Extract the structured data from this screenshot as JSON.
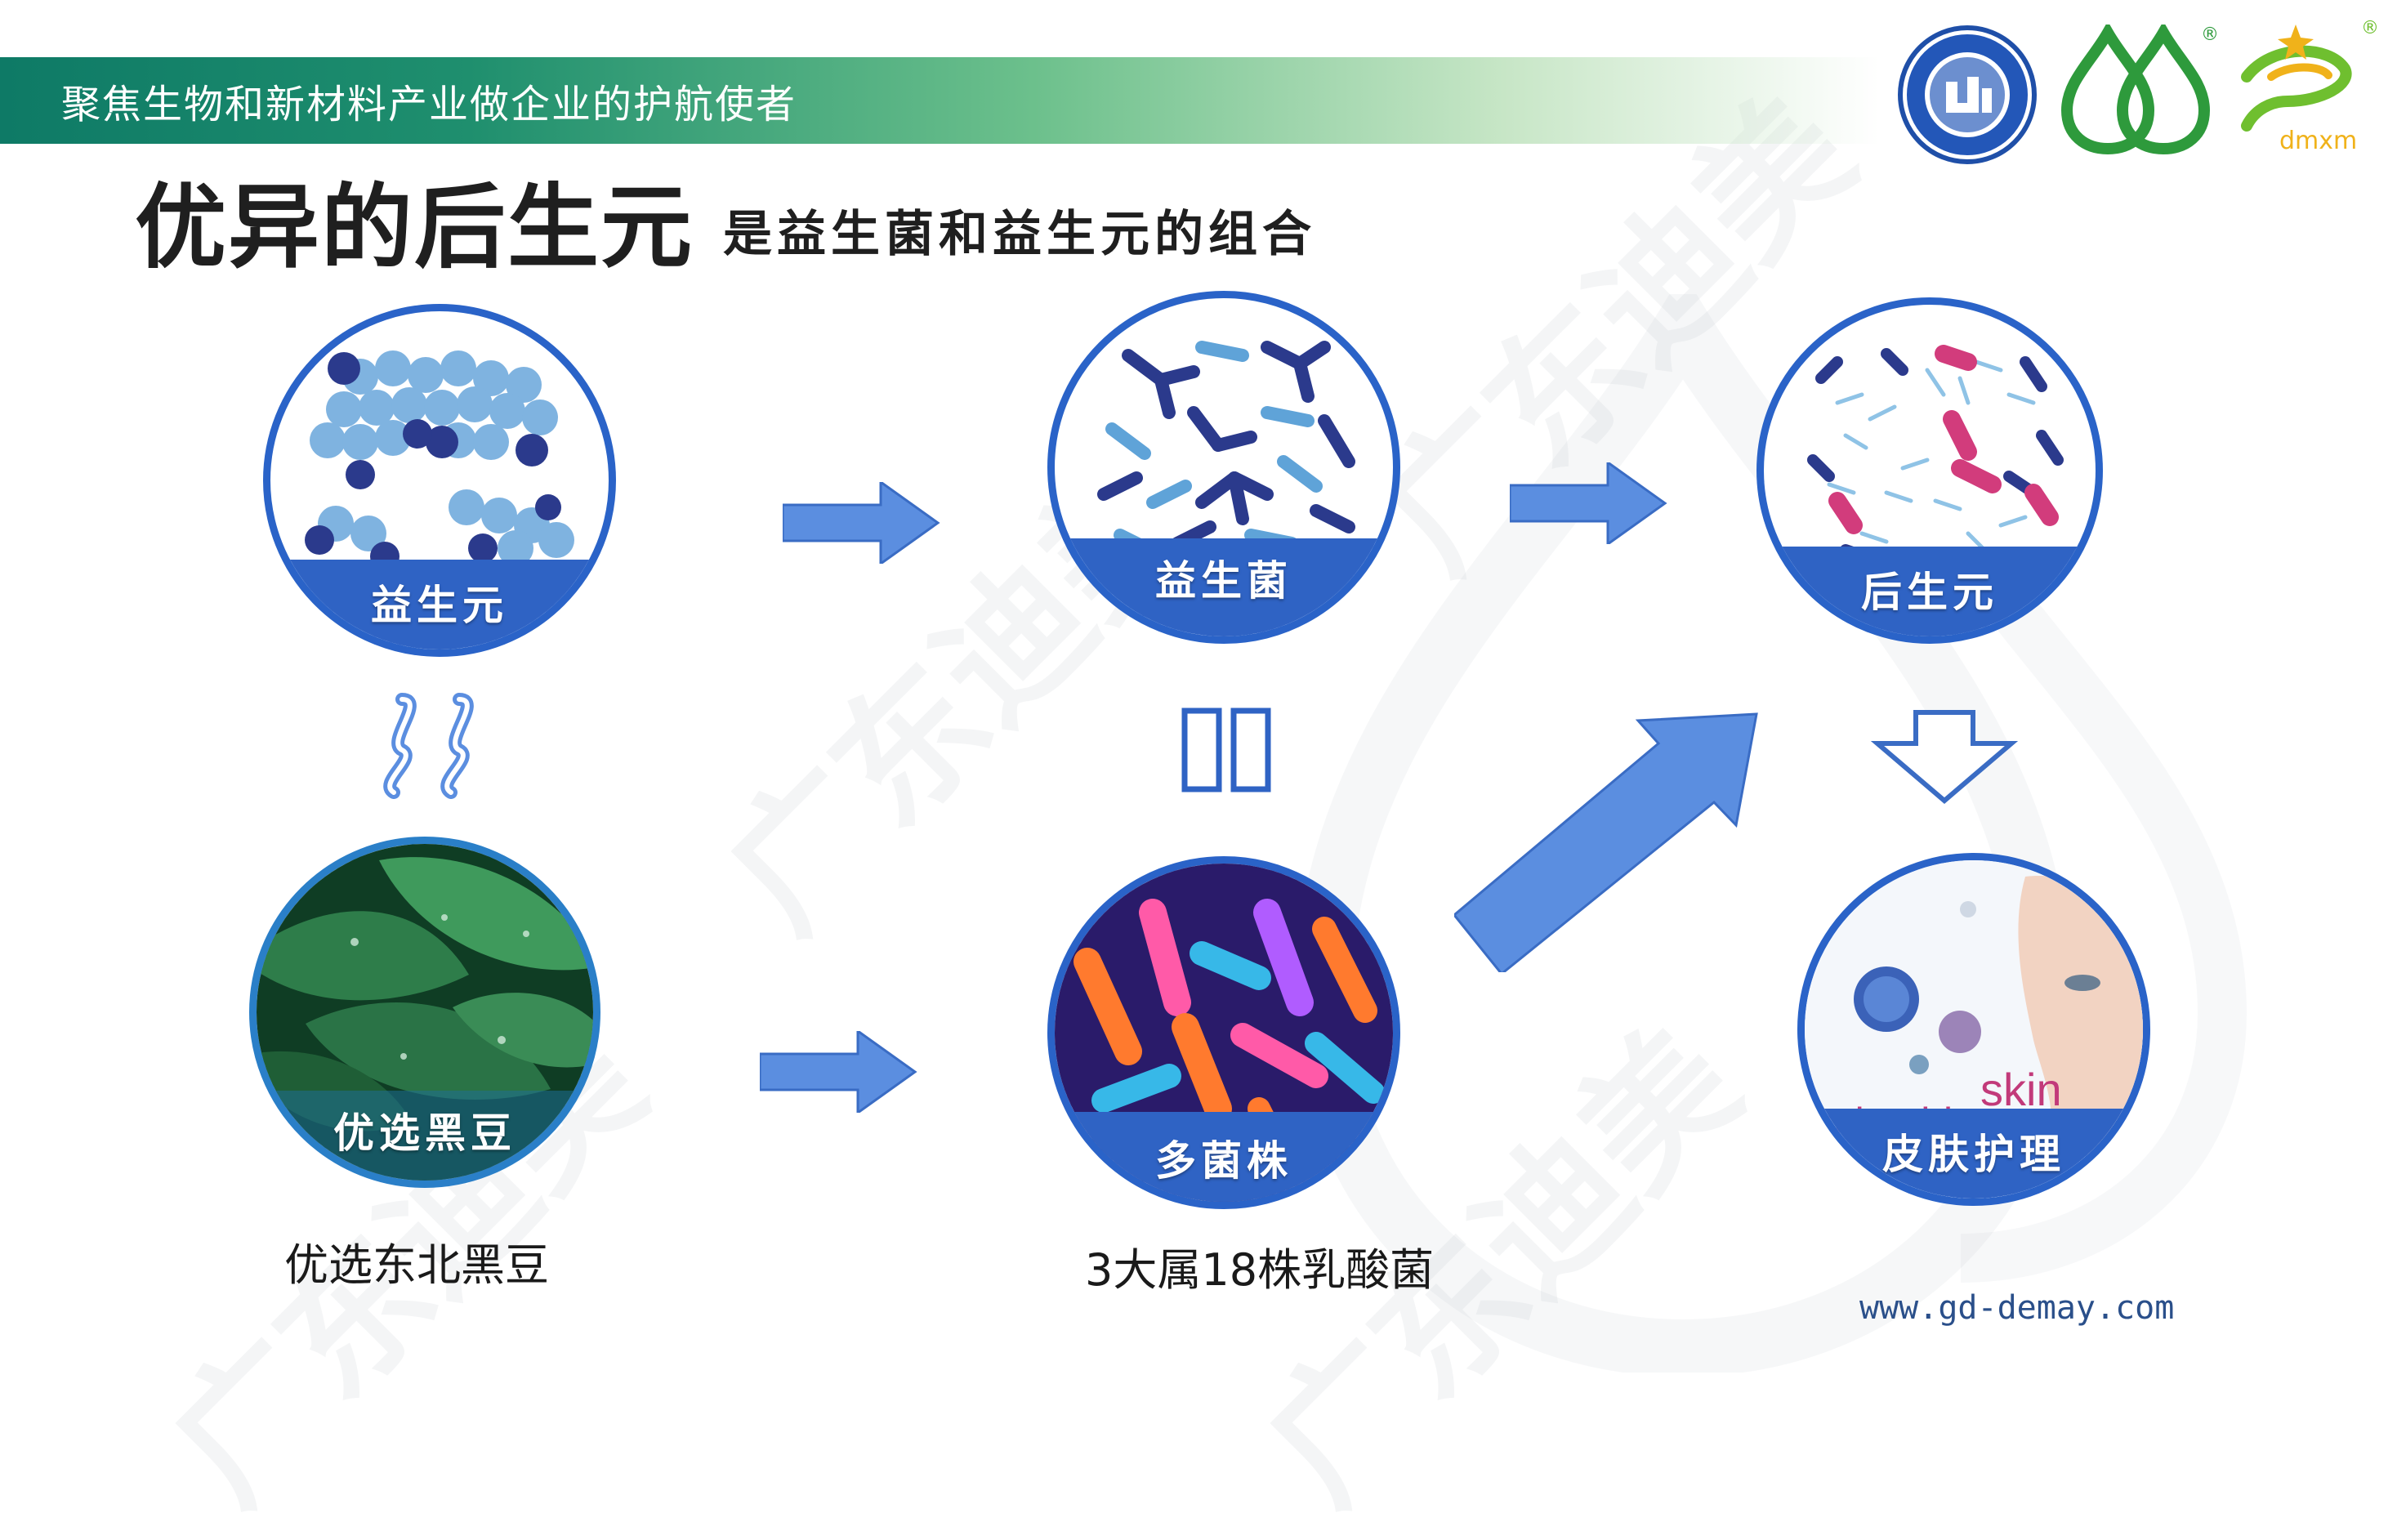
{
  "header": {
    "tagline": "聚焦生物和新材料产业做企业的护航使者"
  },
  "title": {
    "main": "优异的后生元",
    "sub": "是益生菌和益生元的组合"
  },
  "nodes": {
    "prebiotic": "益生元",
    "probiotic": "益生菌",
    "postbiotic": "后生元",
    "blackbean": "优选黑豆",
    "multistrain": "多菌株",
    "skincare": "皮肤护理"
  },
  "captions": {
    "blackbean": "优选东北黑豆",
    "multistrain": "3大属18株乳酸菌"
  },
  "logos": {
    "brand_text": "dmxm",
    "registered": "®"
  },
  "images": {
    "skin_line1": "skin",
    "skin_line2": "microbiome"
  },
  "watermark": "广东迪美",
  "footer": {
    "website": "www.gd-demay.com"
  },
  "colors": {
    "accent_blue": "#2f63c4",
    "arrow_blue": "#5b8ee0",
    "banner_green": "#0e7a66",
    "logo_green": "#2e9a3c"
  }
}
